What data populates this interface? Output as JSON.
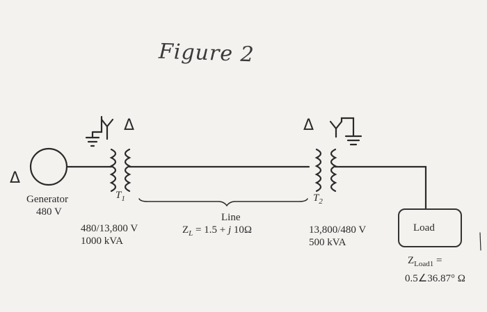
{
  "figure": {
    "title": "Figure 2"
  },
  "generator": {
    "delta_symbol": "Δ",
    "name": "Generator",
    "voltage": "480 V"
  },
  "transformer_t1": {
    "name": "T",
    "sub": "1",
    "delta_symbol": "Δ",
    "rating_voltage": "480/13,800 V",
    "rating_power": "1000 kVA"
  },
  "line": {
    "name": "Line",
    "impedance_prefix": "Z",
    "impedance_sub": "L",
    "impedance_mid": " = 1.5 + ",
    "impedance_j": "j",
    "impedance_suffix": " 10Ω"
  },
  "transformer_t2": {
    "name": "T",
    "sub": "2",
    "delta_symbol": "Δ",
    "rating_voltage": "13,800/480 V",
    "rating_power": "500 kVA"
  },
  "load": {
    "name": "Load",
    "impedance_prefix": "Z",
    "impedance_sub": "Load1",
    "impedance_eq": " =",
    "impedance_value": "0.5∠36.87° Ω"
  },
  "colors": {
    "ink": "#2a2a2a",
    "paper": "#f3f2ef"
  }
}
